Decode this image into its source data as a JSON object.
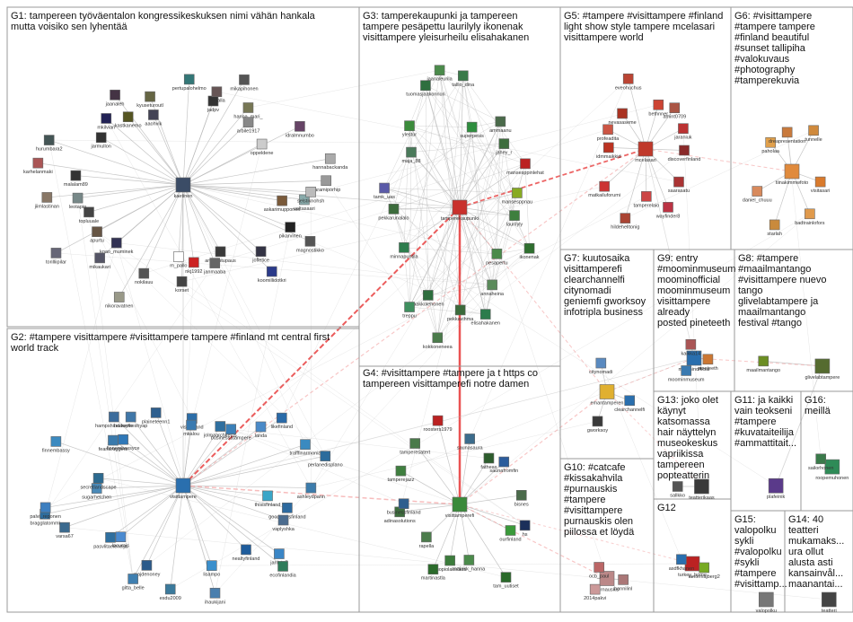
{
  "groups": [
    {
      "id": "G1",
      "text": "G1: tampereen työväentalon kongressikeskuksen nimi vähän hankala\nmutta voisiko sen lyhentää"
    },
    {
      "id": "G2",
      "text": "G2: #tampere visittampere #visittampere tampere #finland mt central first\nworld track"
    },
    {
      "id": "G3",
      "text": "G3: tamperekaupunki ja tampereen\ntampere pesäpettu laurilyly ikonenak\nvisittampere yleisurheilu elisahakanen"
    },
    {
      "id": "G4",
      "text": "G4: #visittampere #tampere ja t https co\ntampereen visittamperefi notre damen"
    },
    {
      "id": "G5",
      "text": "G5: #tampere #visittampere #finland\nlight show style tampere mcelasari\nvisittampere world"
    },
    {
      "id": "G6",
      "text": "G6: #visittampere\n#tampere tampere\n#finland beautiful\n#sunset tallipiha\n#valokuvaus\n#photography\n#tamperekuvia"
    },
    {
      "id": "G7",
      "text": "G7: kuutosaika\nvisittamperefi\nclearchannelfi\ncitynomadi\ngeniemfi gworksoy\ninfotripla business"
    },
    {
      "id": "G8",
      "text": "G8: #tampere\n#maailmantango\n#visittampere nuevo\ntango\nglivelabtampere ja\nmaailmantango\nfestival #tango"
    },
    {
      "id": "G9",
      "text": "G9: entry\n#moominmuseumc...\nmoominofficial\nmoominmuseum\nvisittampere already\nposted pineteeth"
    },
    {
      "id": "G10",
      "text": "G10: #catcafe\n#kissakahvila\n#purnauskis\n#tampere\n#visittampere\npurnauskis olen\npiilossa et löydä"
    },
    {
      "id": "G11",
      "text": "G11: ja kaikki\nvain teokseni\n#tampere\n#kuvataiteilija\n#ammattitait..."
    },
    {
      "id": "G12",
      "text": "G12"
    },
    {
      "id": "G13",
      "text": "G13: joko olet\nkäynyt\nkatsomassa\nhair näyttelyn\nmuseokeskus\nvapriikissa\ntampereen\npopteatterin"
    },
    {
      "id": "G14",
      "text": "G14: 40\nteatteri\nmukamaks...\nura ollut\nalusta asti\nkansainvål...\nmaanantai..."
    },
    {
      "id": "G15",
      "text": "G15:\nvalopolku\nsykli\n#valopolku\n#sykli\n#tampere\n#visittamp..."
    },
    {
      "id": "G16",
      "text": "G16:\nmeillä"
    }
  ],
  "nodes": [
    {
      "g": "G1",
      "label": "kaetinen",
      "color": "#3b4c66"
    },
    {
      "g": "G1",
      "label": "valtasaari",
      "color": "#8aa"
    },
    {
      "g": "G1",
      "label": "askarimupponen",
      "color": "#7a5a3a"
    },
    {
      "g": "G1",
      "label": "pikarvinen",
      "color": "#222"
    },
    {
      "g": "G1",
      "label": "magnostikko",
      "color": "#555"
    },
    {
      "g": "G1",
      "label": "jofletice",
      "color": "#334"
    },
    {
      "g": "G1",
      "label": "koomillidotkri",
      "color": "#2b3b8a"
    },
    {
      "g": "G1",
      "label": "antihantupaus",
      "color": "#3a3a3a"
    },
    {
      "g": "G1",
      "label": "janmaaba",
      "color": "#666"
    },
    {
      "g": "G1",
      "label": "nkj1992",
      "color": "#c22"
    },
    {
      "g": "G1",
      "label": "korset",
      "color": "#444"
    },
    {
      "g": "G1",
      "label": "m_pallo",
      "color": "#fff"
    },
    {
      "g": "G1",
      "label": "nikoravatnen",
      "color": "#998"
    },
    {
      "g": "G1",
      "label": "nokilauu",
      "color": "#555"
    },
    {
      "g": "G1",
      "label": "koao_muminek",
      "color": "#335"
    },
    {
      "g": "G1",
      "label": "mikaukari",
      "color": "#556"
    },
    {
      "g": "G1",
      "label": "apurtu",
      "color": "#654"
    },
    {
      "g": "G1",
      "label": "torilliipilar",
      "color": "#667"
    },
    {
      "g": "G1",
      "label": "topluuale",
      "color": "#444"
    },
    {
      "g": "G1",
      "label": "leotapio",
      "color": "#788"
    },
    {
      "g": "G1",
      "label": "jiimlastinan",
      "color": "#876"
    },
    {
      "g": "G1",
      "label": "malalam89",
      "color": "#333"
    },
    {
      "g": "G1",
      "label": "karhelanmaki",
      "color": "#a55"
    },
    {
      "g": "G1",
      "label": "hurumbara2",
      "color": "#455"
    },
    {
      "g": "G1",
      "label": "jarmullon",
      "color": "#333"
    },
    {
      "g": "G1",
      "label": "mkilviari",
      "color": "#225"
    },
    {
      "g": "G1",
      "label": "jaanaleh",
      "color": "#434"
    },
    {
      "g": "G1",
      "label": "kastkanemo",
      "color": "#552"
    },
    {
      "g": "G1",
      "label": "aaohvik",
      "color": "#445"
    },
    {
      "g": "G1",
      "label": "kyuseturoutl",
      "color": "#664"
    },
    {
      "g": "G1",
      "label": "pertupalohelmo",
      "color": "#377"
    },
    {
      "g": "G1",
      "label": "jadpv",
      "color": "#333"
    },
    {
      "g": "G1",
      "label": "kbelalla",
      "color": "#655"
    },
    {
      "g": "G1",
      "label": "mikapihonen",
      "color": "#555"
    },
    {
      "g": "G1",
      "label": "hanna_mari_",
      "color": "#775"
    },
    {
      "g": "G1",
      "label": "arbile1917",
      "color": "#888"
    },
    {
      "g": "G1",
      "label": "oppeldene",
      "color": "#ccc"
    },
    {
      "g": "G1",
      "label": "idralmnumbo",
      "color": "#646"
    },
    {
      "g": "G1",
      "label": "hannabackanda",
      "color": "#aaa"
    },
    {
      "g": "G1",
      "label": "paramiporhip",
      "color": "#999"
    },
    {
      "g": "G1",
      "label": "selstiknohsh",
      "color": "#bbb"
    },
    {
      "g": "G2",
      "label": "visittampere",
      "color": "#2a6fae"
    },
    {
      "g": "G2",
      "label": "thisisfinland",
      "color": "#3aa6c8"
    },
    {
      "g": "G2",
      "label": "goodnewsfinland",
      "color": "#2d6a9f"
    },
    {
      "g": "G2",
      "label": "vaplyshka",
      "color": "#4b6c8f"
    },
    {
      "g": "G2",
      "label": "janlatu7",
      "color": "#3a86c6"
    },
    {
      "g": "G2",
      "label": "ecofinlandia",
      "color": "#2f7c5a"
    },
    {
      "g": "G2",
      "label": "nealtyfinland",
      "color": "#1e5c9c"
    },
    {
      "g": "G2",
      "label": "lisampo",
      "color": "#3a8fcc"
    },
    {
      "g": "G2",
      "label": "ihaukijani",
      "color": "#4a7fae"
    },
    {
      "g": "G2",
      "label": "esdu2009",
      "color": "#3b7a9c"
    },
    {
      "g": "G2",
      "label": "majdenoney",
      "color": "#2b5a8a"
    },
    {
      "g": "G2",
      "label": "gitta_belle",
      "color": "#3f7fb0"
    },
    {
      "g": "G2",
      "label": "pasvlitaelenelja",
      "color": "#2f6f9f"
    },
    {
      "g": "G2",
      "label": "lacurais",
      "color": "#4a8ad0"
    },
    {
      "g": "G2",
      "label": "varsa67",
      "color": "#3b6a8f"
    },
    {
      "g": "G2",
      "label": "bragglatomml",
      "color": "#2e6d9e"
    },
    {
      "g": "G2",
      "label": "palvi_reponen",
      "color": "#3d7fc0"
    },
    {
      "g": "G2",
      "label": "sugarhelchen",
      "color": "#4a8ab8"
    },
    {
      "g": "G2",
      "label": "secretlandscape",
      "color": "#2c6a90"
    },
    {
      "g": "G2",
      "label": "finnembassy",
      "color": "#3c8ac0"
    },
    {
      "g": "G2",
      "label": "feanaruggerz",
      "color": "#3a7aac"
    },
    {
      "g": "G2",
      "label": "finnembassyce",
      "color": "#2f78b8"
    },
    {
      "g": "G2",
      "label": "hampshirelawyer",
      "color": "#3b6c9c"
    },
    {
      "g": "G2",
      "label": "badenfkeshyap",
      "color": "#4077a8"
    },
    {
      "g": "G2",
      "label": "plaineteenn1",
      "color": "#2e5f8e"
    },
    {
      "g": "G2",
      "label": "visitfinland",
      "color": "#2d6ea8"
    },
    {
      "g": "G2",
      "label": "mkalou",
      "color": "#3a7ab0"
    },
    {
      "g": "G2",
      "label": "jolmaarchitects",
      "color": "#2f6f9f"
    },
    {
      "g": "G2",
      "label": "businessatampere",
      "color": "#3b80b8"
    },
    {
      "g": "G2",
      "label": "landa",
      "color": "#4a8ac8"
    },
    {
      "g": "G2",
      "label": "likefinland",
      "color": "#2a6aa8"
    },
    {
      "g": "G2",
      "label": "trafffinarmonia",
      "color": "#3b8ac0"
    },
    {
      "g": "G2",
      "label": "perlanedisplano",
      "color": "#2c6c9c"
    },
    {
      "g": "G2",
      "label": "ashleydpann",
      "color": "#3c7cac"
    },
    {
      "g": "G3",
      "label": "tamperekaupunki",
      "color": "#c9302c"
    },
    {
      "g": "G3",
      "label": "laurilyly",
      "color": "#3e7f3e"
    },
    {
      "g": "G3",
      "label": "ikonenak",
      "color": "#2f6f2f"
    },
    {
      "g": "G3",
      "label": "pesapertu",
      "color": "#4a8a4a"
    },
    {
      "g": "G3",
      "label": "annaheina",
      "color": "#5b8b5b"
    },
    {
      "g": "G3",
      "label": "elisahakanen",
      "color": "#2c7c4c"
    },
    {
      "g": "G3",
      "label": "pekkavihma",
      "color": "#3a6a3a"
    },
    {
      "g": "G3",
      "label": "kokkoneneea",
      "color": "#4b7b4b"
    },
    {
      "g": "G3",
      "label": "jaakkolehonen",
      "color": "#2e6e3e"
    },
    {
      "g": "G3",
      "label": "treppu",
      "color": "#3f8f5f"
    },
    {
      "g": "G3",
      "label": "minnapuntila",
      "color": "#2d7d4d"
    },
    {
      "g": "G3",
      "label": "pekkarunalalo",
      "color": "#3c6c3c"
    },
    {
      "g": "G3",
      "label": "tamk_uas",
      "color": "#5a5aa8"
    },
    {
      "g": "G3",
      "label": "maja_88",
      "color": "#4a7a5a"
    },
    {
      "g": "G3",
      "label": "ylestur",
      "color": "#3b8b3b"
    },
    {
      "g": "G3",
      "label": "tuomasjaakonnuri",
      "color": "#2f6f3f"
    },
    {
      "g": "G3",
      "label": "jaanaleurila",
      "color": "#4b8b4b"
    },
    {
      "g": "G3",
      "label": "tallio_dina",
      "color": "#3a7a4a"
    },
    {
      "g": "G3",
      "label": "superpesis",
      "color": "#2e8e3e"
    },
    {
      "g": "G3",
      "label": "ammaanu",
      "color": "#4a6a4a"
    },
    {
      "g": "G3",
      "label": "jahey_r",
      "color": "#3e6e3e"
    },
    {
      "g": "G3",
      "label": "mansesppinlehat",
      "color": "#b22"
    },
    {
      "g": "G3",
      "label": "mansesppnau",
      "color": "#8a2"
    },
    {
      "g": "G4",
      "label": "visittamperefi",
      "color": "#3a8a3a"
    },
    {
      "g": "G4",
      "label": "hs",
      "color": "#1b2f5a"
    },
    {
      "g": "G4",
      "label": "ourfinland",
      "color": "#3a9a3a"
    },
    {
      "g": "G4",
      "label": "tam_uutiset",
      "color": "#2a6a2a"
    },
    {
      "g": "G4",
      "label": "malakk_hanna",
      "color": "#4b8b4b"
    },
    {
      "g": "G4",
      "label": "kuopiolakellers",
      "color": "#3c7c3c"
    },
    {
      "g": "G4",
      "label": "martinastla",
      "color": "#2b6b2b"
    },
    {
      "g": "G4",
      "label": "rapella",
      "color": "#4c7c4c"
    },
    {
      "g": "G4",
      "label": "adinasolutions",
      "color": "#3d6d3d"
    },
    {
      "g": "G4",
      "label": "businessfinland",
      "color": "#2e5e8e"
    },
    {
      "g": "G4",
      "label": "tamperejazz",
      "color": "#3f7f3f"
    },
    {
      "g": "G4",
      "label": "tamperesatert",
      "color": "#4a7a4a"
    },
    {
      "g": "G4",
      "label": "roosters1979",
      "color": "#b22"
    },
    {
      "g": "G4",
      "label": "saunasaura",
      "color": "#3c6c8c"
    },
    {
      "g": "G4",
      "label": "fatheas",
      "color": "#2d5d2d"
    },
    {
      "g": "G4",
      "label": "saunafromfin",
      "color": "#2c5c9c"
    },
    {
      "g": "G4",
      "label": "bisnes",
      "color": "#4b6b4b"
    },
    {
      "g": "G5",
      "label": "mcelasari",
      "color": "#c0392b"
    },
    {
      "g": "G5",
      "label": "discoverfinland",
      "color": "#8a2a2a"
    },
    {
      "g": "G5",
      "label": "saarasatu",
      "color": "#a33"
    },
    {
      "g": "G5",
      "label": "wayfinder8",
      "color": "#b34"
    },
    {
      "g": "G5",
      "label": "tamperelaio",
      "color": "#c44"
    },
    {
      "g": "G5",
      "label": "hildehelltonig",
      "color": "#a43"
    },
    {
      "g": "G5",
      "label": "matkailuforumi",
      "color": "#c33"
    },
    {
      "g": "G5",
      "label": "idmmaikkid",
      "color": "#b32"
    },
    {
      "g": "G5",
      "label": "profeadita",
      "color": "#c54"
    },
    {
      "g": "G5",
      "label": "nevasaseme",
      "color": "#a32"
    },
    {
      "g": "G5",
      "label": "eveohuchus",
      "color": "#b43"
    },
    {
      "g": "G5",
      "label": "bethnner",
      "color": "#c43"
    },
    {
      "g": "G5",
      "label": "amint0709",
      "color": "#a54"
    },
    {
      "g": "G5",
      "label": "jaraniuk",
      "color": "#b33"
    },
    {
      "g": "G6",
      "label": "tiinakimmwfoto",
      "color": "#e08a3c"
    },
    {
      "g": "G6",
      "label": "visitasari",
      "color": "#d97a2c"
    },
    {
      "g": "G6",
      "label": "badtrainlofors",
      "color": "#e09a4c"
    },
    {
      "g": "G6",
      "label": "starlah",
      "color": "#c98a3c"
    },
    {
      "g": "G6",
      "label": "daniel_chuuu",
      "color": "#d88a5c"
    },
    {
      "g": "G6",
      "label": "paholaa",
      "color": "#e0a04c"
    },
    {
      "g": "G6",
      "label": "dreapresentation",
      "color": "#c97a3c"
    },
    {
      "g": "G6",
      "label": "tunnelle",
      "color": "#d08a3c"
    },
    {
      "g": "G7",
      "label": "emantamperen",
      "color": "#e0b030"
    },
    {
      "g": "G7",
      "label": "clearchannelfi",
      "color": "#2a6fae"
    },
    {
      "g": "G7",
      "label": "gworksoy",
      "color": "#3a3a3a"
    },
    {
      "g": "G7",
      "label": "citynomadi",
      "color": "#5a8ac0"
    },
    {
      "g": "G8",
      "label": "glivelabtampere",
      "color": "#556b2f"
    },
    {
      "g": "G8",
      "label": "maailmantango",
      "color": "#6b8e23"
    },
    {
      "g": "G9",
      "label": "moominofficial",
      "color": "#2a6fae"
    },
    {
      "g": "G9",
      "label": "pineteeth",
      "color": "#c73"
    },
    {
      "g": "G9",
      "label": "moominmuseum",
      "color": "#3a7ab0"
    },
    {
      "g": "G9",
      "label": "kaikka14",
      "color": "#a55"
    },
    {
      "g": "G10",
      "label": "purnauskis",
      "color": "#b88"
    },
    {
      "g": "G10",
      "label": "hannilinl",
      "color": "#a77"
    },
    {
      "g": "G10",
      "label": "2014pakvi",
      "color": "#c99"
    },
    {
      "g": "G10",
      "label": "ocb_paul",
      "color": "#b66"
    },
    {
      "g": "G11",
      "label": "plafeinik",
      "color": "#5a3a8a"
    },
    {
      "g": "G12",
      "label": "turkey_home",
      "color": "#b22"
    },
    {
      "g": "G12",
      "label": "tantemajberg2",
      "color": "#7a2"
    },
    {
      "g": "G12",
      "label": "asdfkhanen",
      "color": "#2a6fae"
    },
    {
      "g": "G13",
      "label": "teatterikaas",
      "color": "#3a3a3a"
    },
    {
      "g": "G13",
      "label": "sallkko",
      "color": "#555"
    },
    {
      "g": "G14",
      "label": "teatteri",
      "color": "#444"
    },
    {
      "g": "G15",
      "label": "valopolku",
      "color": "#777"
    },
    {
      "g": "G16",
      "label": "roopemuhonen",
      "color": "#2e8b57"
    },
    {
      "g": "G16",
      "label": "sailorhonen",
      "color": "#3a7a4a"
    }
  ],
  "edgeColors": {
    "grey": "#b8b8b8",
    "red": "#e84040",
    "redLight": "#f3a0a0"
  }
}
